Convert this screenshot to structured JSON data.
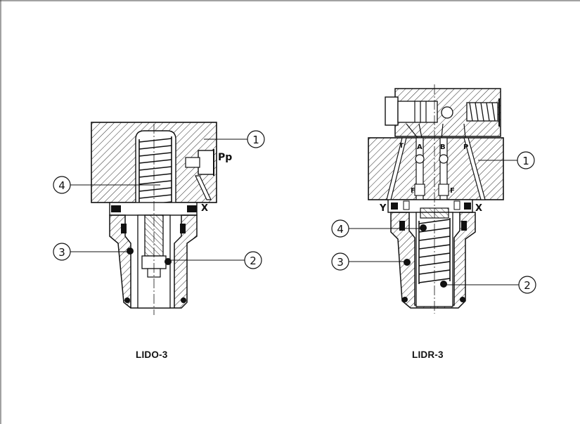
{
  "figure": {
    "left": {
      "caption": "LIDO-3",
      "callouts": [
        "1",
        "2",
        "3",
        "4"
      ],
      "port_labels": {
        "pp": "Pp",
        "x": "X"
      }
    },
    "right": {
      "caption": "LIDR-3",
      "callouts": [
        "1",
        "2",
        "3",
        "4"
      ],
      "port_labels": {
        "y": "Y",
        "x": "X",
        "a": "A",
        "b": "B",
        "p": "P",
        "f1": "F",
        "f2": "F",
        "t": "T"
      }
    }
  },
  "colors": {
    "ink": "#1a1a1a",
    "background": "#ffffff"
  }
}
